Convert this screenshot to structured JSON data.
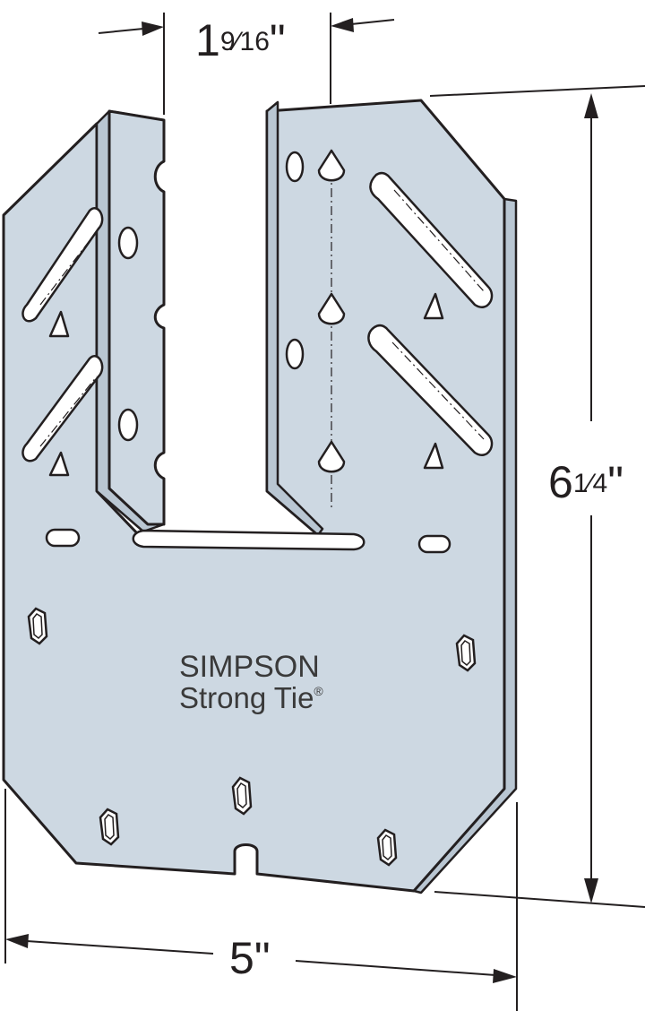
{
  "dimensions": {
    "top_gap": {
      "whole": "1",
      "fraction": "9⁄16",
      "unit": "\""
    },
    "height": {
      "whole": "6",
      "fraction": "1⁄4",
      "unit": "\""
    },
    "width": {
      "whole": "5",
      "unit": "\""
    }
  },
  "brand": {
    "name": "SIMPSON",
    "tagline": "Strong Tie",
    "mark": "®"
  },
  "colors": {
    "steel": "#cdd8e2",
    "steel_shade": "#b9c6d2",
    "outline": "#231f20"
  }
}
